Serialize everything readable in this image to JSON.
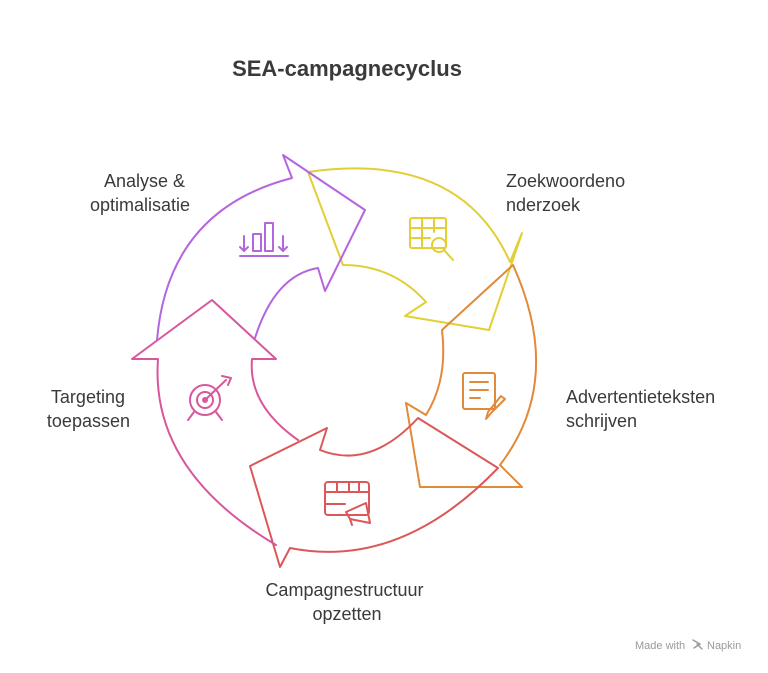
{
  "title": "SEA-campagnecyclus",
  "steps": [
    {
      "id": "zoekwoordenonderzoek",
      "lines": [
        "Zoekwoordeno",
        "nderzoek"
      ],
      "color": "#e2cf35",
      "icon": "table-search-icon"
    },
    {
      "id": "advertentieteksten",
      "lines": [
        "Advertentieteksten",
        "schrijven"
      ],
      "color": "#e08a3a",
      "icon": "document-pencil-icon"
    },
    {
      "id": "campagnestructuur",
      "lines": [
        "Campagnestructuur",
        "opzetten"
      ],
      "color": "#dc5858",
      "icon": "calendar-megaphone-icon"
    },
    {
      "id": "targeting",
      "lines": [
        "Targeting",
        "toepassen"
      ],
      "color": "#d8579a",
      "icon": "target-arrow-icon"
    },
    {
      "id": "analyse",
      "lines": [
        "Analyse &",
        "optimalisatie"
      ],
      "color": "#b466de",
      "icon": "bar-chart-icon"
    }
  ],
  "credit": {
    "prefix": "Made with",
    "brand": "Napkin"
  }
}
